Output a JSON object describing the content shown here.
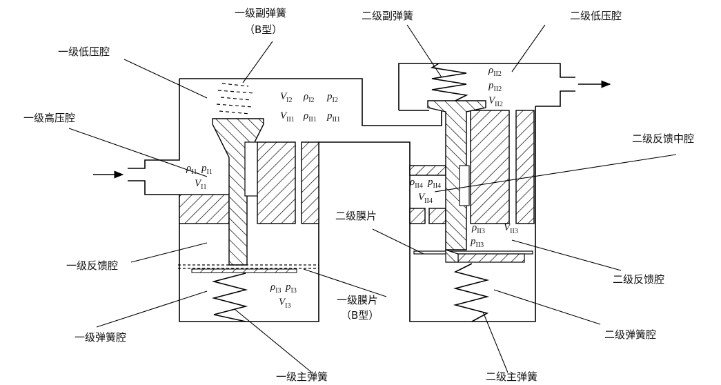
{
  "labels": {
    "stage1_aux_spring": "一级副弹簧",
    "stage1_aux_spring_type": "（B型）",
    "stage1_low_chamber": "一级低压腔",
    "stage1_high_chamber": "一级高压腔",
    "stage1_feedback_chamber": "一级反馈腔",
    "stage1_spring_chamber": "一级弹簧腔",
    "stage1_main_spring": "一级主弹簧",
    "stage1_diaphragm": "一级膜片",
    "stage1_diaphragm_type": "（B型）",
    "stage2_aux_spring": "二级副弹簧",
    "stage2_low_chamber": "二级低压腔",
    "stage2_mid_chamber": "二级反馈中腔",
    "stage2_diaphragm": "二级膜片",
    "stage2_feedback_chamber": "二级反馈腔",
    "stage2_spring_chamber": "二级弹簧腔",
    "stage2_main_spring": "二级主弹簧"
  },
  "symbols": {
    "rho": "ρ",
    "p": "p",
    "V": "V",
    "I1": "I1",
    "I2": "I2",
    "I3": "I3",
    "II1": "II1",
    "II2": "II2",
    "II3": "II3",
    "II4": "II4"
  }
}
